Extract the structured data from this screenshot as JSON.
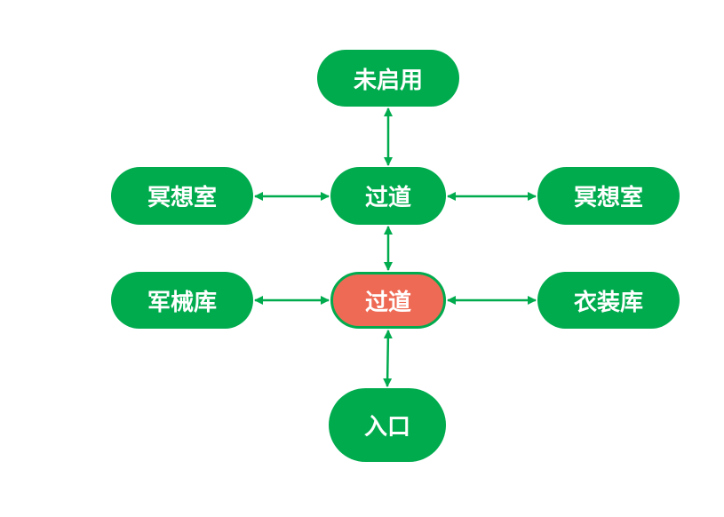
{
  "colors": {
    "node": "#00ab4e",
    "current": "#ee6a55",
    "edge": "#00ab4e"
  },
  "nodes": {
    "unused": "未启用",
    "corridor_top": "过道",
    "meditation_left": "冥想室",
    "meditation_right": "冥想室",
    "armory": "军械库",
    "corridor_current": "过道",
    "wardrobe": "衣装库",
    "entrance": "入口"
  },
  "edges": [
    [
      "unused",
      "corridor_top"
    ],
    [
      "meditation_left",
      "corridor_top"
    ],
    [
      "corridor_top",
      "meditation_right"
    ],
    [
      "corridor_top",
      "corridor_current"
    ],
    [
      "armory",
      "corridor_current"
    ],
    [
      "corridor_current",
      "wardrobe"
    ],
    [
      "corridor_current",
      "entrance"
    ]
  ]
}
